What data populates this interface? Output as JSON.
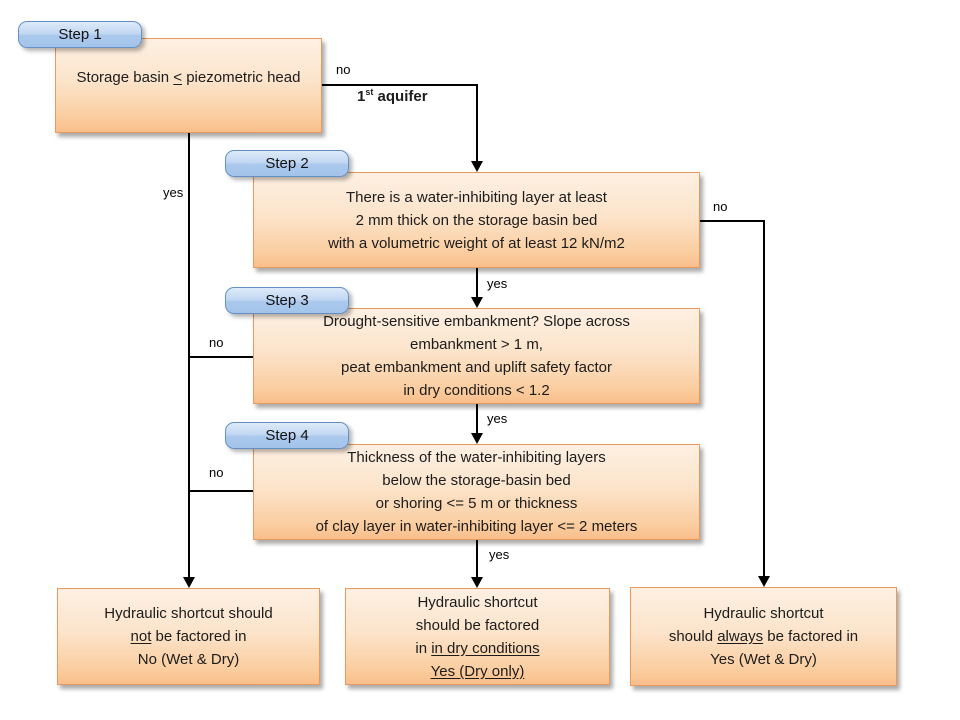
{
  "colors": {
    "process_box_border": "#E8995C",
    "process_box_fill_top": "#FDF0E3",
    "process_box_fill_bottom": "#F9BE8B",
    "step_label_border": "#6690C4",
    "step_label_fill_top": "#DDEAF9",
    "step_label_fill_bottom": "#A2C3EA",
    "connector": "#000000",
    "text": "#1C1C1C"
  },
  "step_labels": {
    "step1": "Step 1",
    "step2": "Step 2",
    "step3": "Step 3",
    "step4": "Step 4"
  },
  "boxes": {
    "step1": {
      "lines": [
        [
          {
            "t": "Storage basin "
          },
          {
            "t": "<",
            "u": true
          },
          {
            "t": " piezometric head"
          }
        ]
      ]
    },
    "step2": {
      "lines": [
        [
          {
            "t": "There is a water-inhibiting layer at least"
          }
        ],
        [
          {
            "t": "2 mm thick on the storage basin bed"
          }
        ],
        [
          {
            "t": "with a volumetric weight of at least 12 kN/m2"
          }
        ]
      ]
    },
    "step3": {
      "lines": [
        [
          {
            "t": "Drought-sensitive embankment? Slope across"
          }
        ],
        [
          {
            "t": "embankment > 1 m,"
          }
        ],
        [
          {
            "t": "peat embankment and uplift safety factor"
          }
        ],
        [
          {
            "t": "in dry conditions < 1.2"
          }
        ]
      ]
    },
    "step4": {
      "lines": [
        [
          {
            "t": "Thickness of the water-inhibiting layers"
          }
        ],
        [
          {
            "t": "below the storage-basin bed"
          }
        ],
        [
          {
            "t": "or shoring <= 5 m or thickness"
          }
        ],
        [
          {
            "t": "of clay layer in water-inhibiting layer <= 2 meters"
          }
        ]
      ]
    },
    "outcome_not": {
      "lines": [
        [
          {
            "t": "Hydraulic shortcut should"
          }
        ],
        [
          {
            "t": "not",
            "u": true
          },
          {
            "t": " be factored in"
          }
        ],
        [
          {
            "t": "No (Wet & Dry)"
          }
        ]
      ]
    },
    "outcome_dry": {
      "lines": [
        [
          {
            "t": "Hydraulic shortcut"
          }
        ],
        [
          {
            "t": "should be factored"
          }
        ],
        [
          {
            "t": "in "
          },
          {
            "t": "in dry conditions",
            "u": true
          }
        ],
        [
          {
            "t": "Yes (Dry only)",
            "u": true
          }
        ]
      ]
    },
    "outcome_always": {
      "lines": [
        [
          {
            "t": "Hydraulic shortcut"
          }
        ],
        [
          {
            "t": "should "
          },
          {
            "t": "always",
            "u": true
          },
          {
            "t": " be factored in"
          }
        ],
        [
          {
            "t": "Yes (Wet & Dry)"
          }
        ]
      ]
    }
  },
  "edge_labels": {
    "step1_no": "no",
    "aquifer_base": "1",
    "aquifer_sup": "st",
    "aquifer_rest": " aquifer",
    "step1_yes": "yes",
    "step2_yes": "yes",
    "step2_no": "no",
    "step3_yes": "yes",
    "step3_no": "no",
    "step4_yes": "yes",
    "step4_no": "no"
  }
}
